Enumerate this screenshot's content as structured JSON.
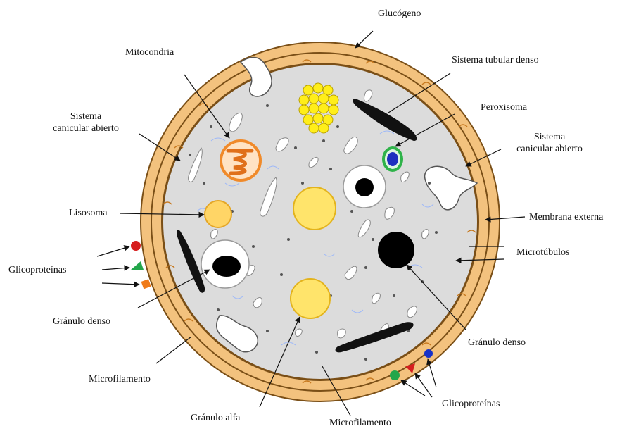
{
  "labels": {
    "glucogeno": "Glucógeno",
    "mitocondria": "Mitocondria",
    "sistema_tubular_denso": "Sistema tubular denso",
    "sistema_canicular_left_1": "Sistema",
    "sistema_canicular_left_2": "canicular abierto",
    "peroxisoma": "Peroxisoma",
    "sistema_canicular_right_1": "Sistema",
    "sistema_canicular_right_2": "canicular abierto",
    "lisosoma": "Lisosoma",
    "membrana_externa": "Membrana externa",
    "microtubulos": "Microtúbulos",
    "glicoproteinas_left": "Glicoproteínas",
    "granulo_denso_left": "Gránulo denso",
    "granulo_denso_right": "Gránulo denso",
    "microfilamento_left": "Microfilamento",
    "glicoproteinas_right": "Glicoproteínas",
    "granulo_alfa": "Gránulo alfa",
    "microfilamento_bottom": "Microfilamento"
  },
  "colors": {
    "membrane": "#f3c27e",
    "membrane_stroke": "#8a5a1c",
    "cytoplasm": "#dcdcdc",
    "glycogen": "#ffee1a",
    "granule_alpha": "#ffe46b",
    "dense_granule": "#000000",
    "mitochondria": "#f08a2a",
    "peroxisome_outer": "#2fb34a",
    "peroxisome_inner": "#1f2fbf",
    "dense_tubular": "#111111",
    "glyco_red": "#d61f1f",
    "glyco_green": "#22a64a",
    "glyco_orange": "#f07b1a",
    "glyco_blue": "#1630c8"
  }
}
